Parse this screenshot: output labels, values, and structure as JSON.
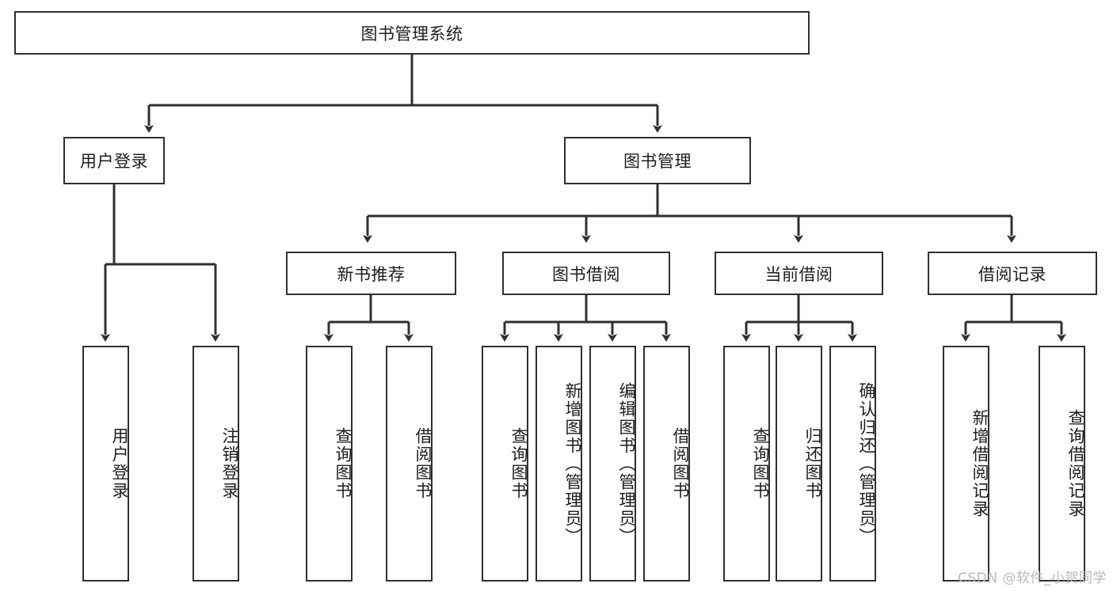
{
  "diagram": {
    "type": "tree",
    "title": "图书管理系统",
    "watermark": "CSDN @软件_小贺同学",
    "root": {
      "id": "root",
      "label": "图书管理系统",
      "orientation": "horizontal"
    },
    "level2": [
      {
        "id": "user-login",
        "label": "用户登录",
        "orientation": "horizontal"
      },
      {
        "id": "book-manage",
        "label": "图书管理",
        "orientation": "horizontal"
      }
    ],
    "level3": [
      {
        "id": "new-book-rec",
        "label": "新书推荐",
        "parent": "book-manage",
        "orientation": "horizontal"
      },
      {
        "id": "book-borrow",
        "label": "图书借阅",
        "parent": "book-manage",
        "orientation": "horizontal"
      },
      {
        "id": "current-borrow",
        "label": "当前借阅",
        "parent": "book-manage",
        "orientation": "horizontal"
      },
      {
        "id": "borrow-record",
        "label": "借阅记录",
        "parent": "book-manage",
        "orientation": "horizontal"
      }
    ],
    "leaves": [
      {
        "id": "leaf-user-login",
        "label": "用户登录",
        "parent": "user-login",
        "orientation": "vertical"
      },
      {
        "id": "leaf-logout",
        "label": "注销登录",
        "parent": "user-login",
        "orientation": "vertical"
      },
      {
        "id": "leaf-query-book-1",
        "label": "查询图书",
        "parent": "new-book-rec",
        "orientation": "vertical"
      },
      {
        "id": "leaf-borrow-book-1",
        "label": "借阅图书",
        "parent": "new-book-rec",
        "orientation": "vertical"
      },
      {
        "id": "leaf-query-book-2",
        "label": "查询图书",
        "parent": "book-borrow",
        "orientation": "vertical"
      },
      {
        "id": "leaf-add-book",
        "label": "新增图书（管理员）",
        "parent": "book-borrow",
        "orientation": "vertical"
      },
      {
        "id": "leaf-edit-book",
        "label": "编辑图书（管理员）",
        "parent": "book-borrow",
        "orientation": "vertical"
      },
      {
        "id": "leaf-borrow-book-2",
        "label": "借阅图书",
        "parent": "book-borrow",
        "orientation": "vertical"
      },
      {
        "id": "leaf-query-book-3",
        "label": "查询图书",
        "parent": "current-borrow",
        "orientation": "vertical"
      },
      {
        "id": "leaf-return-book",
        "label": "归还图书",
        "parent": "current-borrow",
        "orientation": "vertical"
      },
      {
        "id": "leaf-confirm-return",
        "label": "确认归还（管理员）",
        "parent": "current-borrow",
        "orientation": "vertical"
      },
      {
        "id": "leaf-add-record",
        "label": "新增借阅记录",
        "parent": "borrow-record",
        "orientation": "vertical"
      },
      {
        "id": "leaf-query-record",
        "label": "查询借阅记录",
        "parent": "borrow-record",
        "orientation": "vertical"
      }
    ],
    "colors": {
      "stroke": "#303030",
      "fill": "#ffffff",
      "text": "#1d1d1d",
      "watermark": "#b9b9b9"
    }
  }
}
